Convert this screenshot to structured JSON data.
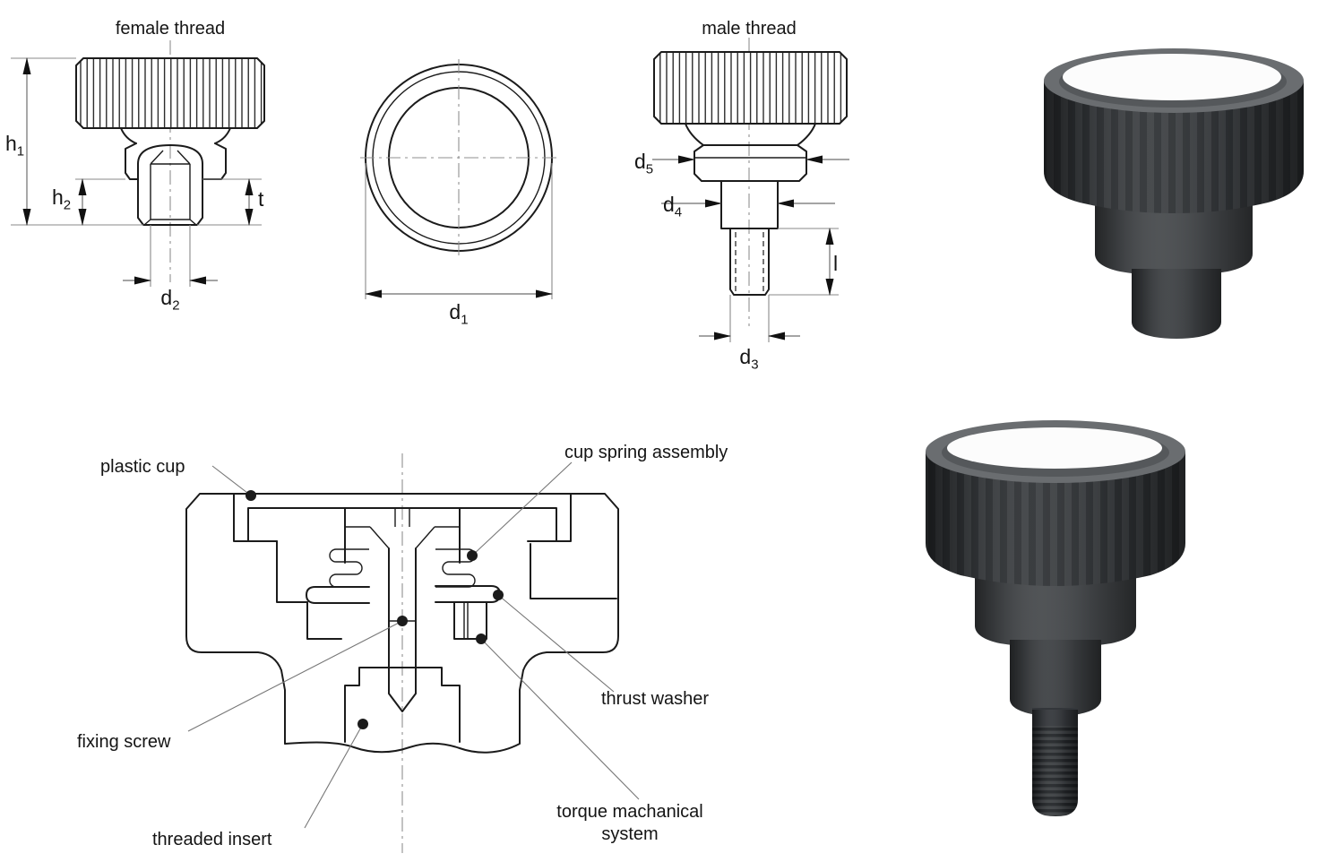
{
  "female_view": {
    "title": "female thread",
    "dims": {
      "h1": {
        "base": "h",
        "sub": "1"
      },
      "h2": {
        "base": "h",
        "sub": "2"
      },
      "t": {
        "base": "t",
        "sub": ""
      },
      "d2": {
        "base": "d",
        "sub": "2"
      }
    }
  },
  "top_view": {
    "dims": {
      "d1": {
        "base": "d",
        "sub": "1"
      }
    }
  },
  "male_view": {
    "title": "male thread",
    "dims": {
      "d5": {
        "base": "d",
        "sub": "5"
      },
      "d4": {
        "base": "d",
        "sub": "4"
      },
      "l": {
        "base": "l",
        "sub": ""
      },
      "d3": {
        "base": "d",
        "sub": "3"
      }
    }
  },
  "cross_section": {
    "labels": {
      "plastic_cup": "plastic cup",
      "cup_spring_assembly": "cup spring assembly",
      "fixing_screw": "fixing screw",
      "thrust_washer": "thrust washer",
      "threaded_insert": "threaded insert",
      "torque_system_line1": "torque machanical",
      "torque_system_line2": "system"
    }
  },
  "colors": {
    "outline": "#1b1b1b",
    "dimension_line": "#6e6e6e",
    "knurl_dark": "#2e3134",
    "knurl_light": "#3d4043",
    "knob_rim": "#6a6d70",
    "cap_white": "#fcfcfc",
    "collar": "#46494c",
    "boss": "#3d4043",
    "thread_dark": "#212427"
  }
}
